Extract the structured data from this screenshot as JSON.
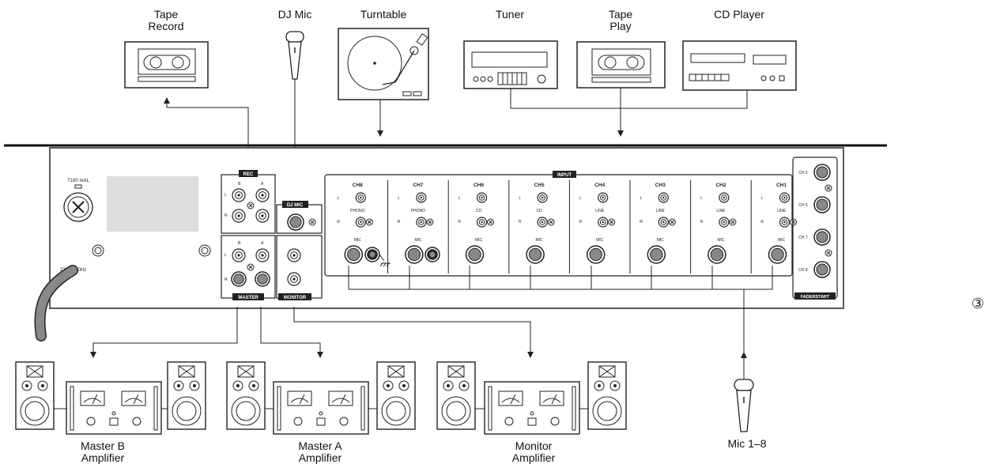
{
  "devices": {
    "tape_record": "Tape\nRecord",
    "dj_mic": "DJ Mic",
    "turntable": "Turntable",
    "tuner": "Tuner",
    "tape_play": "Tape\nPlay",
    "cd_player": "CD Player",
    "master_b_amp": "Master B\nAmplifier",
    "master_a_amp": "Master A\nAmplifier",
    "monitor_amp": "Monitor\nAmplifier",
    "mic_1_8": "Mic 1–8"
  },
  "figure_number": "③",
  "panel": {
    "fuse": "T160 mAL",
    "power": "230V~/50Hz",
    "rec": "REC",
    "dj_mic": "DJ MIC",
    "master": "MASTER",
    "monitor": "MONITOR",
    "input": "INPUT",
    "faderstart": "FADERSTART",
    "b": "B",
    "a": "A",
    "l": "L",
    "r": "R",
    "mic": "MIC",
    "channels": [
      {
        "name": "CH8",
        "source": "PHONO"
      },
      {
        "name": "CH7",
        "source": "PHONO"
      },
      {
        "name": "CH6",
        "source": "CD"
      },
      {
        "name": "CH5",
        "source": "CD"
      },
      {
        "name": "CH4",
        "source": "LINE"
      },
      {
        "name": "CH3",
        "source": "LINE"
      },
      {
        "name": "CH2",
        "source": "LINE"
      },
      {
        "name": "CH1",
        "source": "LINE"
      }
    ],
    "faderstart_channels": [
      "CH 5",
      "CH 6",
      "CH 7",
      "CH 8"
    ]
  }
}
